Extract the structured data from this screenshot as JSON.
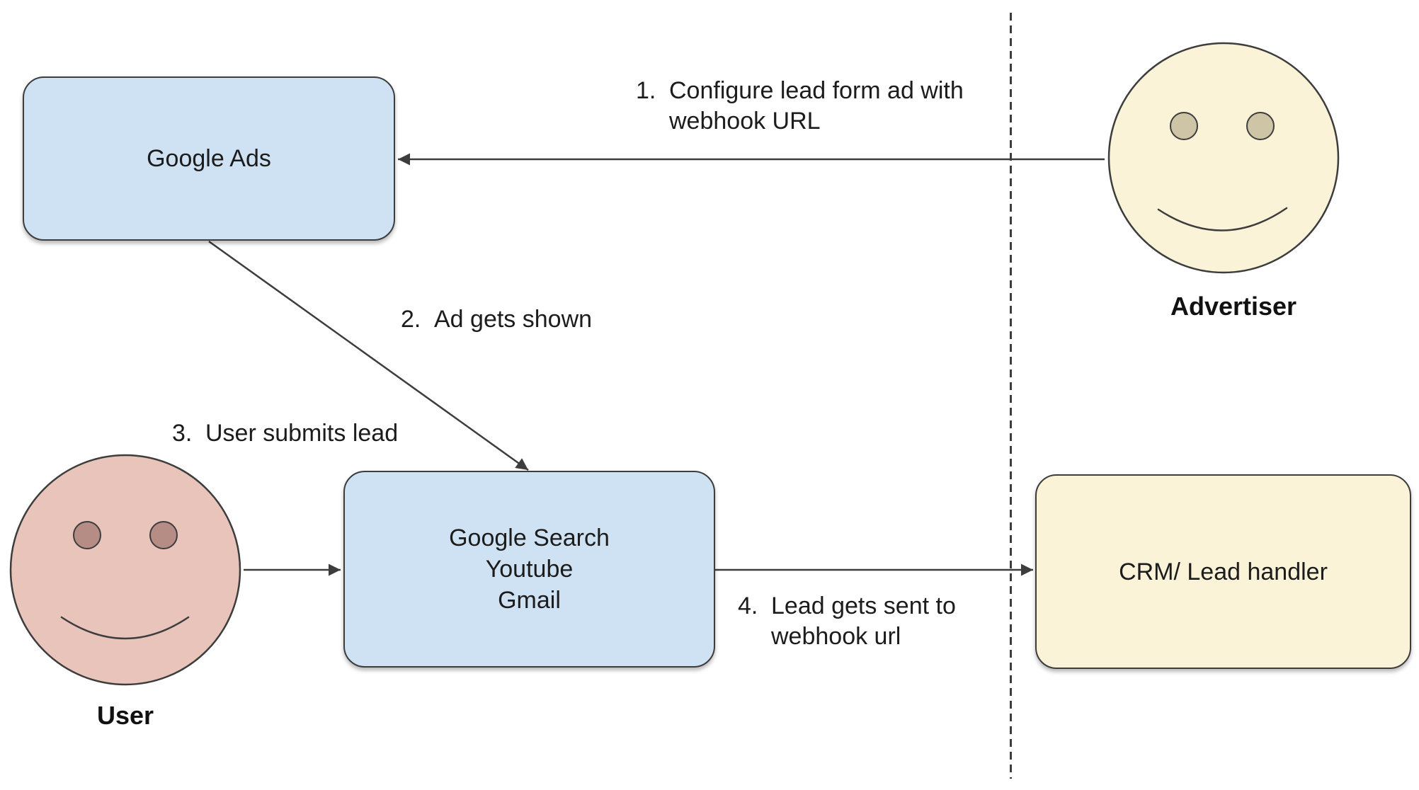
{
  "nodes": {
    "google_ads": {
      "label": "Google Ads",
      "fill": "#cfe2f3"
    },
    "google_properties": {
      "label": "Google Search\nYoutube\nGmail",
      "fill": "#cfe2f3"
    },
    "crm": {
      "label": "CRM/ Lead handler",
      "fill": "#faf3d7"
    },
    "advertiser": {
      "label": "Advertiser",
      "face_fill": "#faf3d7",
      "eye_fill": "#cdc5a5"
    },
    "user": {
      "label": "User",
      "face_fill": "#e8c4bb",
      "eye_fill": "#b58d85"
    }
  },
  "steps": [
    {
      "num": "1.",
      "text": "Configure lead form ad with\nwebhook URL"
    },
    {
      "num": "2.",
      "text": "Ad gets shown"
    },
    {
      "num": "3.",
      "text": "User submits lead"
    },
    {
      "num": "4.",
      "text": "Lead gets sent to\nwebhook url"
    }
  ],
  "colors": {
    "stroke": "#3d3d3d",
    "text": "#1c1c1c",
    "background": "#ffffff"
  }
}
